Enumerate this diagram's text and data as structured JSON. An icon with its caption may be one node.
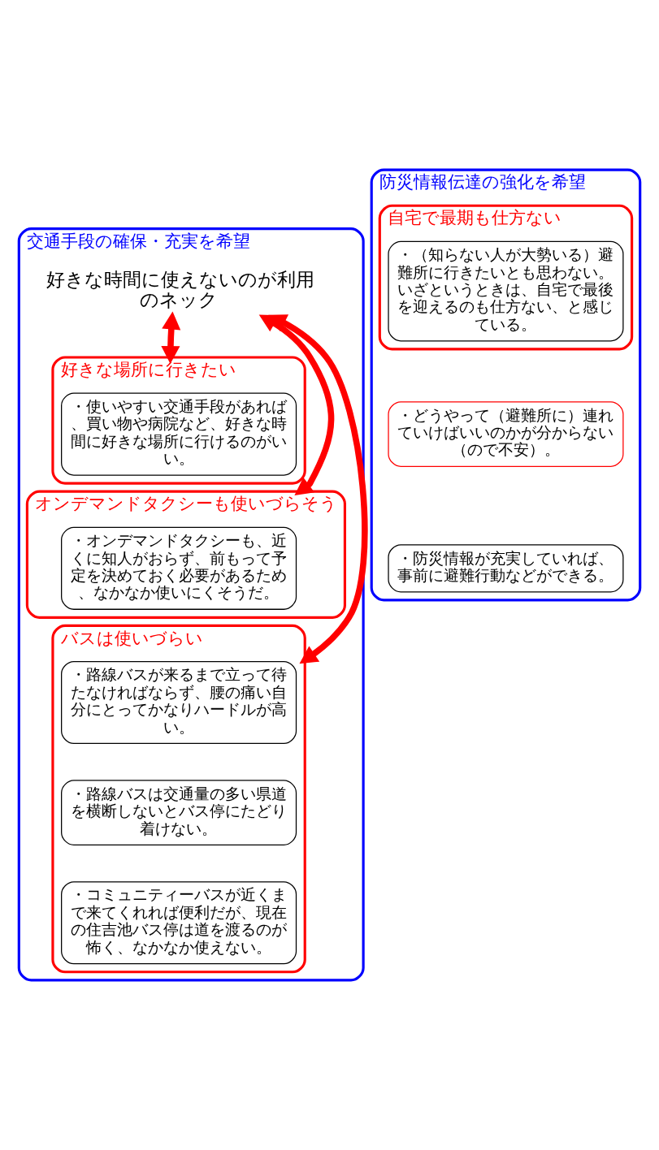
{
  "diagram": {
    "nodes": [
      {
        "text": [
          "交通手段の確保・充実を希望"
        ]
      },
      {
        "text": [
          "好きな場所に行きたい"
        ],
        "in": 0
      },
      {
        "text": [
          "・使いやすい交通手段があれば、買い物や病院など、好きな時間に好きな場所に行けるのがいい。"
        ],
        "in": 1
      },
      {
        "text": [
          "オンデマンドタクシーも使いづらそう"
        ],
        "in": 0
      },
      {
        "text": [
          "・オンデマンドタクシーも、近くに知人がおらず、前もって予定を決めておく必要があるため、なかなか使いにくそうだ。"
        ],
        "in": 3
      },
      {
        "text": [
          "バスは使いづらい"
        ],
        "in": 0
      },
      {
        "text": [
          "・路線バスが来るまで立って待たなければならず、腰の痛い自分にとってかなりハードルが高い。"
        ],
        "in": 5
      },
      {
        "text": [
          "・路線バスは交通量の多い県道を横断しないとバス停にたどり着けない。"
        ],
        "in": 5
      },
      {
        "text": [
          "・コミュニティーバスが近くまで来てくれれば便利だが、現在の住吉池バス停は道を渡るのが怖く、なかなか使えない。"
        ],
        "in": 5
      },
      {
        "text": [
          "好きな時間に使えないのが利用のネック"
        ],
        "in": 0
      },
      {
        "text": [
          "防災情報伝達の強化を希望"
        ]
      },
      {
        "text": [
          "自宅で最期も仕方ない"
        ],
        "in": 10
      },
      {
        "text": [
          "・（知らない人が大勢いる）避難所に行きたいとも思わない。いざというときは、自宅で最後を迎えるのも仕方ない、と感じている。"
        ],
        "in": 11
      },
      {
        "text": [
          "・どうやって（避難所に）連れていけばいいのかが分からない（ので不安）。"
        ],
        "in": 10
      },
      {
        "text": [
          "・防災情報が充実していれば、事前に避難行動などができる。"
        ],
        "in": 10
      }
    ],
    "edges": [
      {
        "from": 9,
        "to": 5,
        "arrow": "both",
        "color": "#ff0000"
      },
      {
        "from": 9,
        "to": 3,
        "arrow": "both",
        "color": "#ff0000"
      },
      {
        "from": 9,
        "to": 1,
        "arrow": "both",
        "color": "#ff0000"
      }
    ]
  }
}
